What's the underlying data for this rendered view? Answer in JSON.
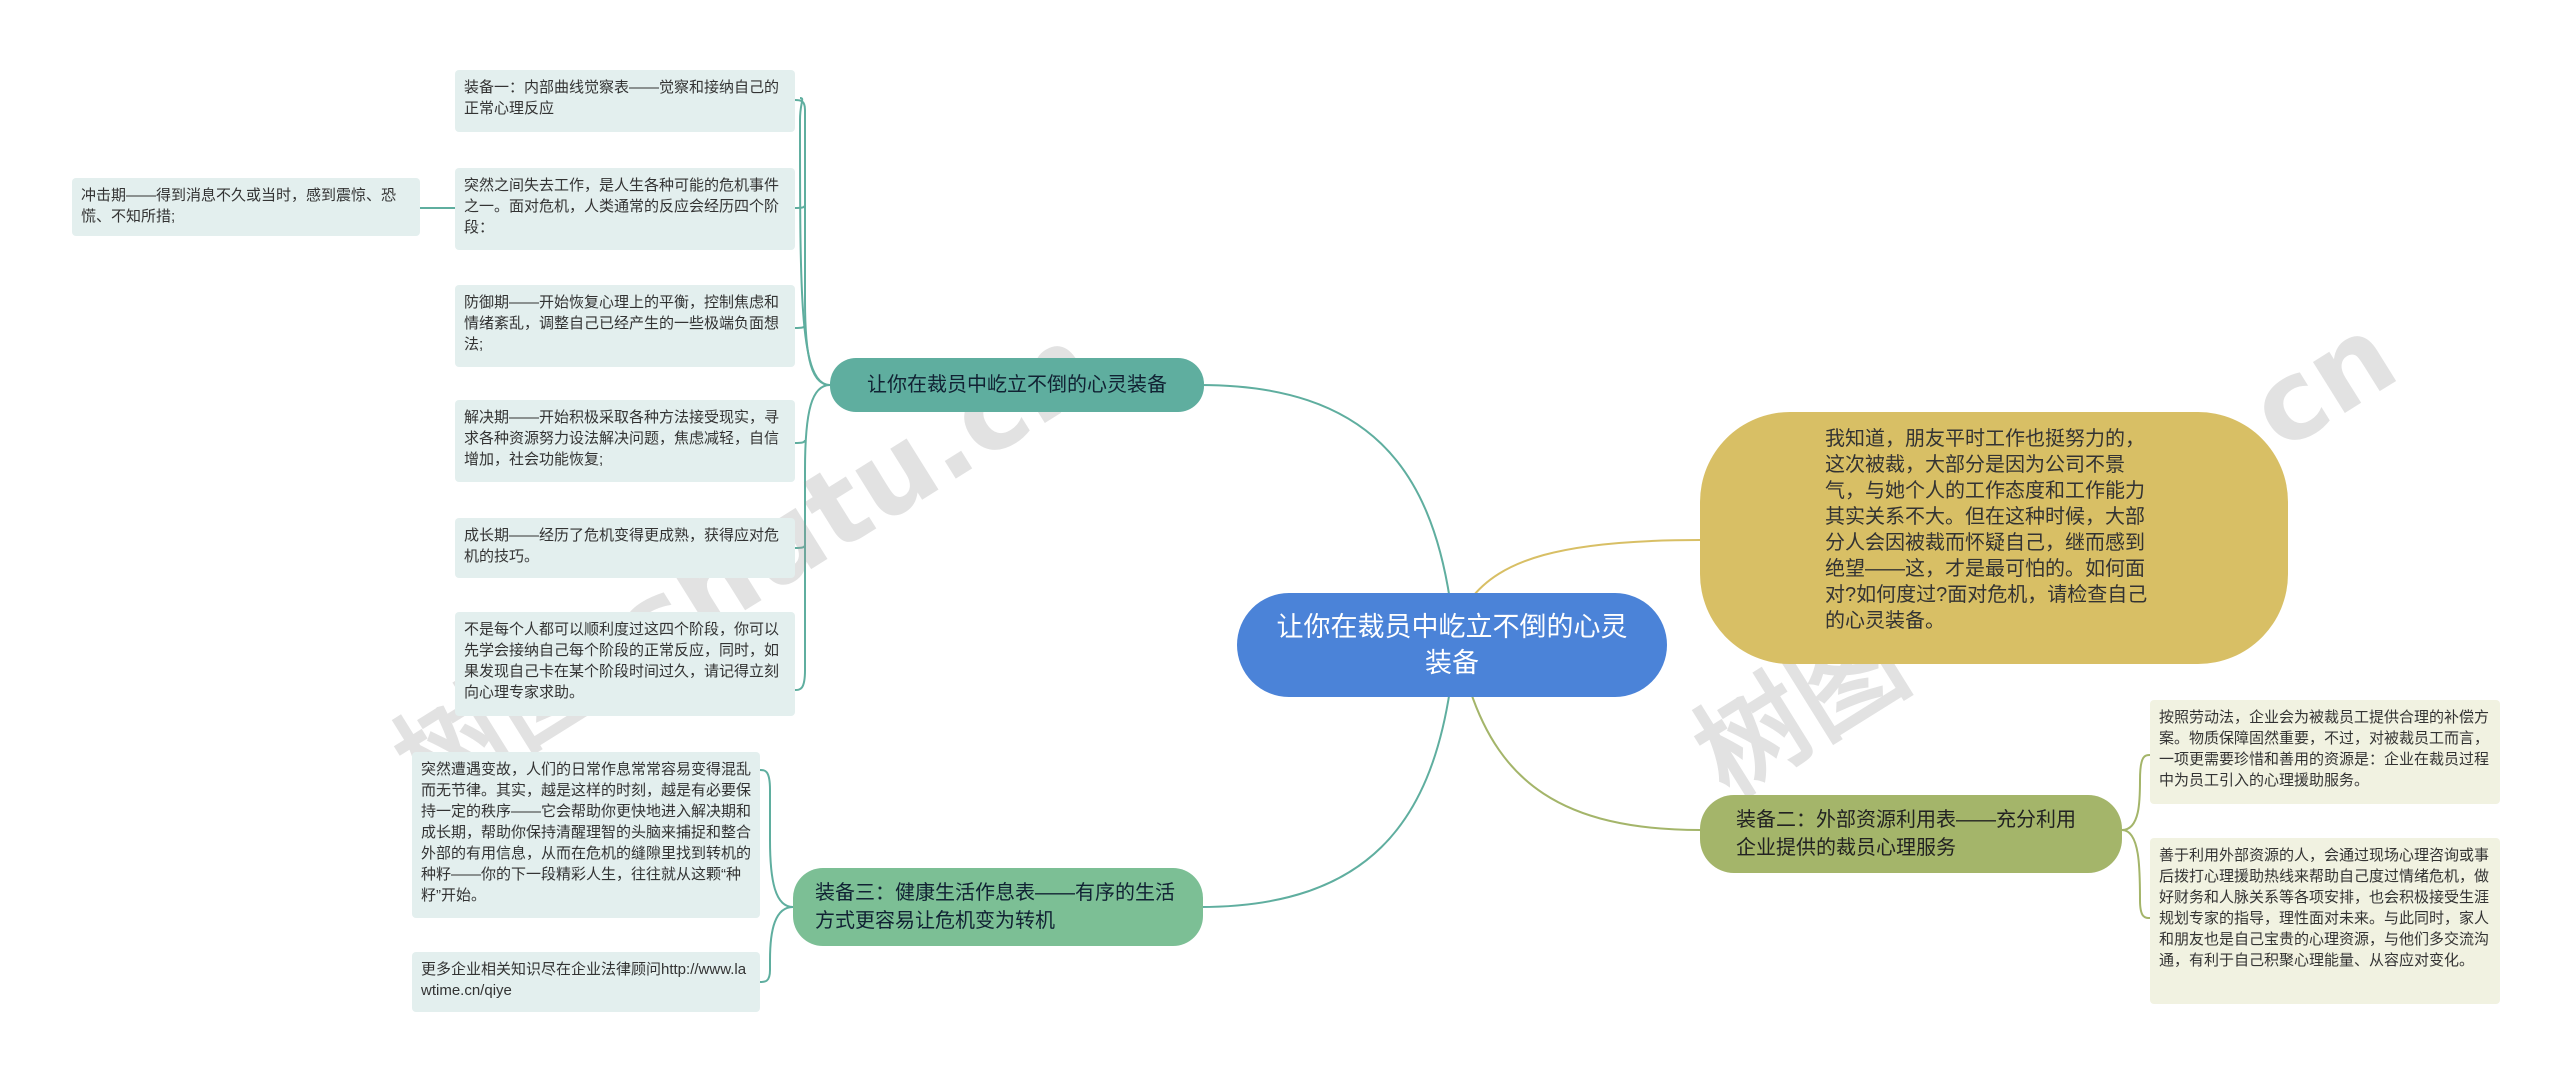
{
  "root": {
    "label": "让你在裁员中屹立不倒的心灵装备"
  },
  "branches": {
    "top_left": {
      "label": "让你在裁员中屹立不倒的心灵装备"
    },
    "bottom_left": {
      "label": "装备三：健康生活作息表——有序的生活方式更容易让危机变为转机"
    },
    "right_top": {
      "label": "我知道，朋友平时工作也挺努力的，这次被裁，大部分是因为公司不景气，与她个人的工作态度和工作能力其实关系不大。但在这种时候，大部分人会因被裁而怀疑自己，继而感到绝望——这，才是最可怕的。如何面对?如何度过?面对危机，请检查自己的心灵装备。"
    },
    "right_bottom": {
      "label": "装备二：外部资源利用表——充分利用企业提供的裁员心理服务"
    }
  },
  "leaves": {
    "tl1": "装备一：内部曲线觉察表——觉察和接纳自己的正常心理反应",
    "tl2": "突然之间失去工作，是人生各种可能的危机事件之一。面对危机，人类通常的反应会经历四个阶段：",
    "tl2_child": "冲击期——得到消息不久或当时，感到震惊、恐慌、不知所措;",
    "tl3": "防御期——开始恢复心理上的平衡，控制焦虑和情绪紊乱，调整自己已经产生的一些极端负面想法;",
    "tl4": "解决期——开始积极采取各种方法接受现实，寻求各种资源努力设法解决问题，焦虑减轻，自信增加，社会功能恢复;",
    "tl5": "成长期——经历了危机变得更成熟，获得应对危机的技巧。",
    "tl6": "不是每个人都可以顺利度过这四个阶段，你可以先学会接纳自己每个阶段的正常反应，同时，如果发现自己卡在某个阶段时间过久，请记得立刻向心理专家求助。",
    "bl1": "突然遭遇变故，人们的日常作息常常容易变得混乱而无节律。其实，越是这样的时刻，越是有必要保持一定的秩序——它会帮助你更快地进入解决期和成长期，帮助你保持清醒理智的头脑来捕捉和整合外部的有用信息，从而在危机的缝隙里找到转机的种籽——你的下一段精彩人生，往往就从这颗“种籽”开始。",
    "bl2": "更多企业相关知识尽在企业法律顾问http://www.lawtime.cn/qiye",
    "rb1": "按照劳动法，企业会为被裁员工提供合理的补偿方案。物质保障固然重要，不过，对被裁员工而言，一项更需要珍惜和善用的资源是：企业在裁员过程中为员工引入的心理援助服务。",
    "rb2": "善于利用外部资源的人，会通过现场心理咨询或事后拨打心理援助热线来帮助自己度过情绪危机，做好财务和人脉关系等各项安排，也会积极接受生涯规划专家的指导，理性面对未来。与此同时，家人和朋友也是自己宝贵的心理资源，与他们多交流沟通，有利于自己积聚心理能量、从容应对变化。"
  },
  "watermarks": [
    "树图 shutu.cn",
    "树图 shutu.cn"
  ],
  "colors": {
    "root": "#4b83d8",
    "teal_branch": "#5fae9f",
    "green_branch": "#7cbf95",
    "olive_branch": "#a4b56a",
    "gold_branch": "#d8bf65",
    "teal_line": "#5fae9f",
    "olive_line": "#a4b56a"
  }
}
